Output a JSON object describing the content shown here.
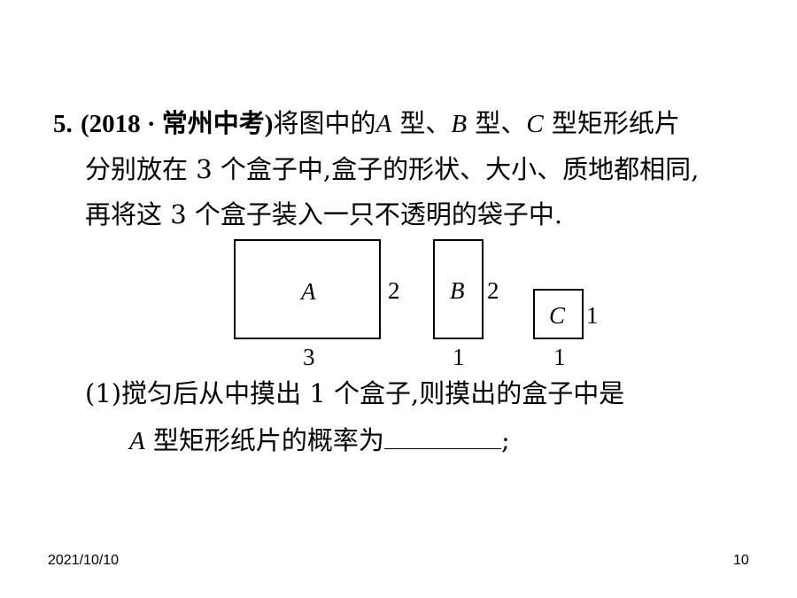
{
  "problem": {
    "number": "5.",
    "source": "(2018 · 常州中考)",
    "line1_a": "将图中的",
    "type_a": "A",
    "line1_b": " 型、",
    "type_b": "B",
    "line1_c": " 型、",
    "type_c": "C",
    "line1_d": " 型矩形纸片",
    "line2_a": "分别放在 ",
    "count": "3",
    "line2_b": " 个盒子中,盒子的形状、大小、质地都相同,",
    "line3_a": "再将这 ",
    "line3_b": " 个盒子装入一只不透明的袋子中."
  },
  "figure": {
    "rect_a": {
      "label": "A",
      "height": "2",
      "width": "3"
    },
    "rect_b": {
      "label": "B",
      "height": "2",
      "width": "1"
    },
    "rect_c": {
      "label": "C",
      "height": "1",
      "width": "1"
    }
  },
  "question1": {
    "prefix": "(1)",
    "text_a": "搅匀后从中摸出 ",
    "one": "1",
    "text_b": " 个盒子,则摸出的盒子中是",
    "type": "A",
    "text_c": " 型矩形纸片的概率为",
    "end": ";"
  },
  "footer": {
    "date": "2021/10/10",
    "page": "10"
  }
}
